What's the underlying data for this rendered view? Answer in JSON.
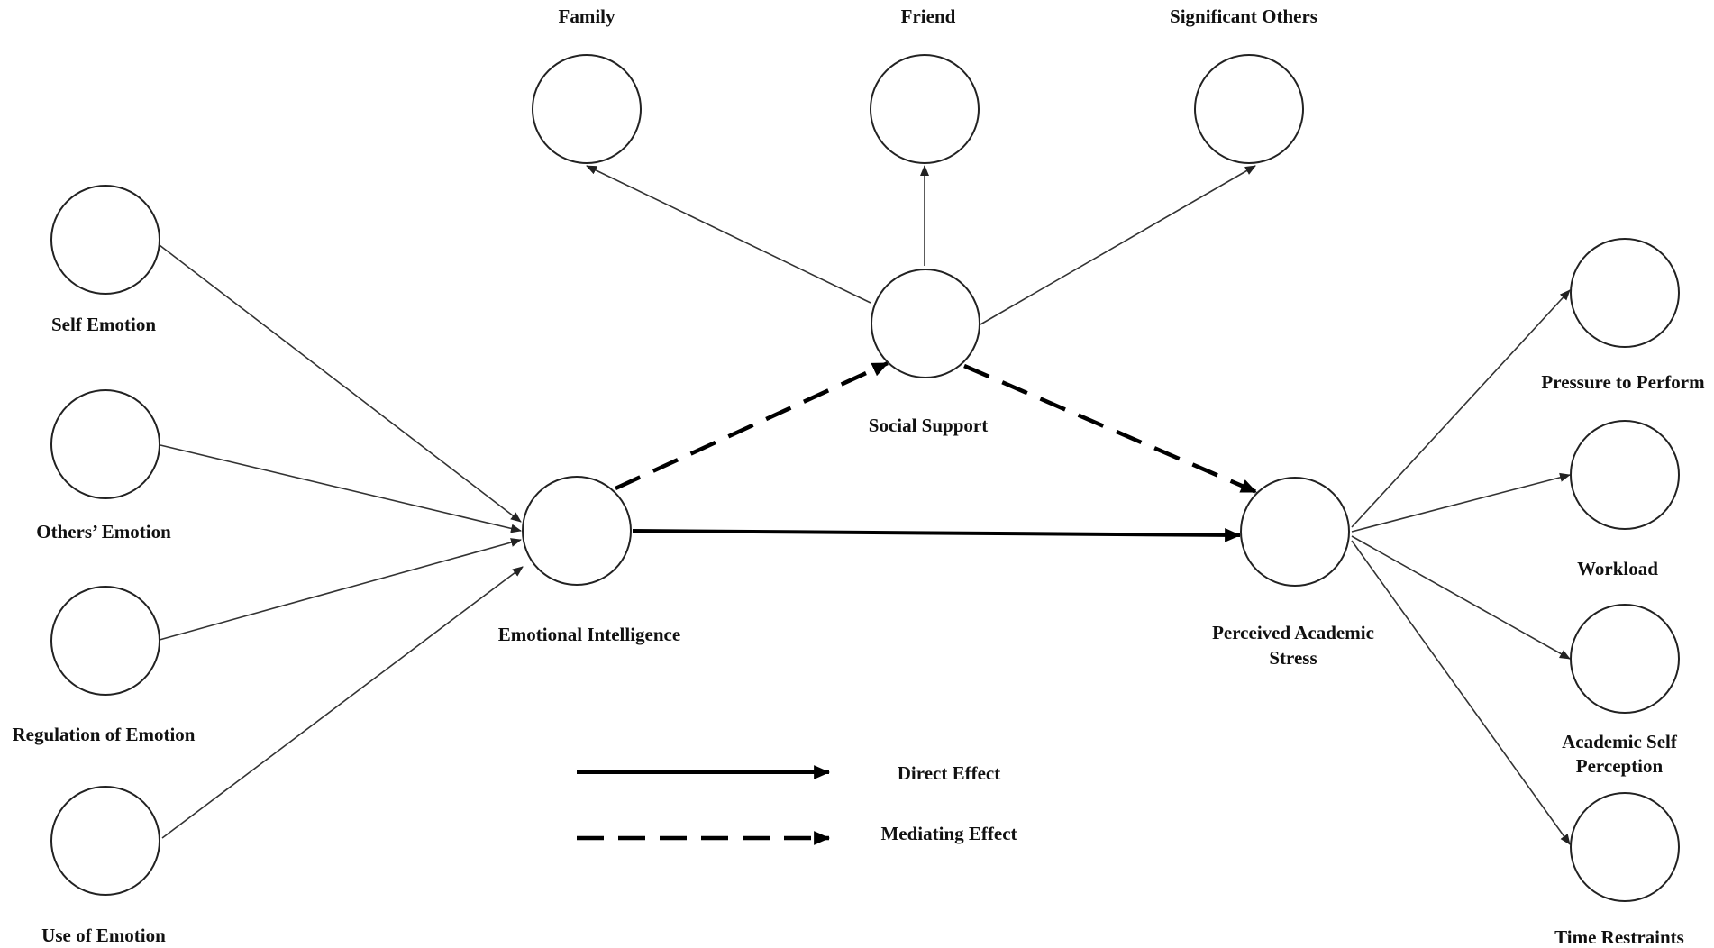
{
  "nodes": {
    "self_emotion": "Self Emotion",
    "others_emotion": "Others’ Emotion",
    "regulation_of_emotion": "Regulation of Emotion",
    "use_of_emotion": "Use of Emotion",
    "emotional_intelligence": "Emotional  Intelligence",
    "family": "Family",
    "friend": "Friend",
    "significant_others": "Significant Others",
    "social_support": "Social Support",
    "perceived_academic_stress_line1": "Perceived  Academic",
    "perceived_academic_stress_line2": "Stress",
    "pressure_to_perform": "Pressure to  Perform",
    "workload": "Workload",
    "academic_self_perception_line1": "Academic   Self",
    "academic_self_perception_line2": "Perception",
    "time_restraints": "Time Restraints"
  },
  "legend": {
    "direct_effect": "Direct Effect",
    "mediating_effect": "Mediating  Effect"
  }
}
